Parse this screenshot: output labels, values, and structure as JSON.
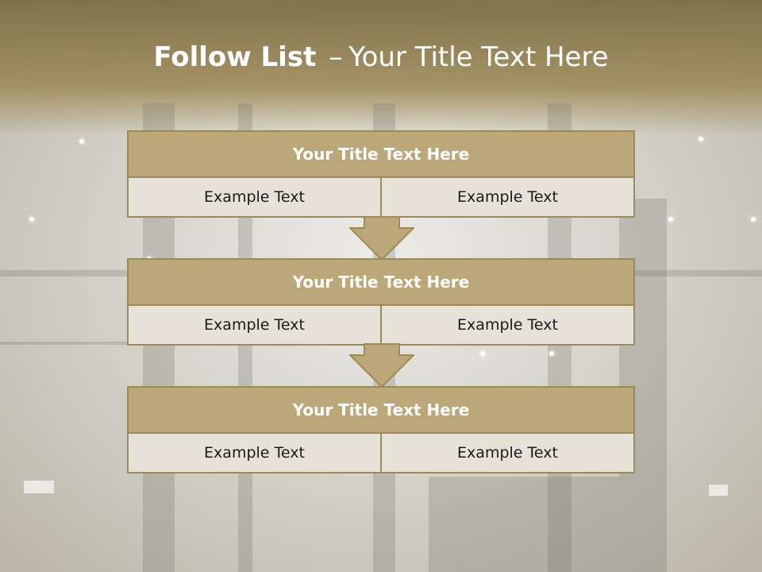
{
  "slide": {
    "title_strong": "Follow List",
    "title_dash": "–",
    "title_rest": "Your Title Text Here"
  },
  "blocks": [
    {
      "title": "Your Title Text Here",
      "left": "Example Text",
      "right": "Example Text"
    },
    {
      "title": "Your Title Text Here",
      "left": "Example Text",
      "right": "Example Text"
    },
    {
      "title": "Your Title Text Here",
      "left": "Example Text",
      "right": "Example Text"
    }
  ],
  "colors": {
    "header_fill": "#bba777",
    "border": "#9c8b5a",
    "cell_fill": "#e6e2d8",
    "arrow_fill": "#bba777"
  },
  "icons": [
    "down-arrow-icon",
    "down-arrow-icon"
  ]
}
